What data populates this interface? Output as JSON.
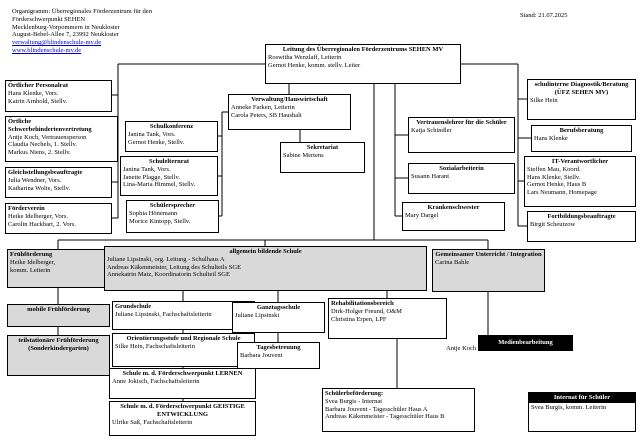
{
  "meta": {
    "date": "Stand: 21.07.2025"
  },
  "colors": {
    "box_grey": "#d9d9d9",
    "box_black": "#000000",
    "link_blue": "#0000cc"
  },
  "header": {
    "line1": "Organigramm: Überregionales Förderzentrum für den",
    "line2": "Förderschwerpunkt SEHEN",
    "line3": "Mecklenburg-Vorpommern in Neukloster",
    "line4": "August-Bebel-Allee 7, 23992 Neukloster",
    "email": "verwaltung@blindenschule-mv.de",
    "website": "www.blindenschule-mv.de"
  },
  "boxes": {
    "leitung": {
      "title": "Leitung des Überregionalen Förderzentrums SEHEN MV",
      "lines": [
        "Roswitha Wenzlaff, Leiterin",
        "Gernot Henke, komm. stellv. Leiter"
      ]
    },
    "personalrat": {
      "title": "Örtlicher Personalrat",
      "lines": [
        "Hans Klenke, Vors.",
        "Katrin Arnhold, Stellv."
      ]
    },
    "schwerbehinderten": {
      "title": "Örtliche Schwerbehindertenvertretung",
      "lines": [
        "Antje Koch, Vertrauensperson",
        "Claudia Nechels, 1. Stellv.",
        "Markus Niens, 2. Stellv."
      ]
    },
    "gleichstellung": {
      "title": "Gleichstellungsbeauftragte",
      "lines": [
        "Julia Wendner, Vors.",
        "Katharina Wolte, Stellv."
      ]
    },
    "foerderverein": {
      "title": "Förderverein",
      "lines": [
        "Heike Idelberger, Vors.",
        "Carolin Hackbart, 2. Vors."
      ]
    },
    "schulkonferenz": {
      "title": "Schulkonferenz",
      "lines": [
        "Janina Tank, Vors.",
        "Gernot Henke, Stellv."
      ]
    },
    "schulelternrat": {
      "title": "Schulelternrat",
      "lines": [
        "Janina Tank, Vors.",
        "Janette Plagge, Stellv.",
        "Lina-Maria Himmel, Stellv."
      ]
    },
    "schuelersprecher": {
      "title": "Schülersprecher",
      "lines": [
        "Sophia Hönemann",
        "Morice Kintopp, Stellv."
      ]
    },
    "verwaltung": {
      "title": "Verwaltung/Hauswirtschaft",
      "lines": [
        "Anneke Farken, Leiterin",
        "Carola Peters, SB Haushalt"
      ]
    },
    "sekretariat": {
      "title": "Sekretariat",
      "lines": [
        "Sabine Mertens"
      ]
    },
    "vertrauenslehrer": {
      "title": "Vertrauenslehrer für die Schüler",
      "lines": [
        "Katja Schindler"
      ]
    },
    "sozialarbeiterin": {
      "title": "Sozialarbeiterin",
      "lines": [
        "Susann Harant"
      ]
    },
    "krankenschwester": {
      "title": "Krankenschwester",
      "lines": [
        "Mary Dargel"
      ]
    },
    "diagnostik": {
      "title": "schulinterne Diagnostik/Beratung (ÜFZ SEHEN MV)",
      "lines": [
        "Silke Hein"
      ]
    },
    "berufsberatung": {
      "title": "Berufsberatung",
      "lines": [
        "Hans Klenke"
      ]
    },
    "it": {
      "title": "IT-Verantwortlicher",
      "lines": [
        "Steffen Mau, Koord.",
        "Hans Klenke, Stellv.",
        "Gernot Henke, Haus B",
        "Lars Neumann, Homepage"
      ]
    },
    "fortbildung": {
      "title": "Fortbildungsbeauftragte",
      "lines": [
        "Birgit Scheutzow"
      ]
    },
    "fruehfoerderung": {
      "title": "Frühförderung",
      "lines": [
        "Heike Idelberger,",
        "komm. Leiterin"
      ]
    },
    "schule": {
      "title": "allgemein bildende Schule",
      "lines": [
        "Juliane Lipsinski, org. Leitung - Schulhaus A",
        "Andreas Käkenmeister, Leitung des Schulteils SGE",
        "Annekatrin Matz, Koordinatorin Schulteil SGE"
      ]
    },
    "gu": {
      "title": "Gemeinsamer Unterricht / Integration",
      "lines": [
        "Carina Bahle"
      ]
    },
    "mobile": {
      "title": "mobile Frühförderung",
      "lines": []
    },
    "teilstationaer": {
      "title": "teilstationäre Frühförderung (Sonderkindergarten)",
      "lines": []
    },
    "grundschule": {
      "title": "Grundschule",
      "lines": [
        "Juliane Lipsinski, Fachschaftsleiterin"
      ]
    },
    "orientierung": {
      "title": "Orientierungsstufe und Regionale Schule",
      "lines": [
        "Silke Hein, Fachschaftsleiterin"
      ]
    },
    "lernen": {
      "title": "Schule m. d. Förderschwerpunkt LERNEN",
      "lines": [
        "Anne Jokisch, Fachschaftsleiterin"
      ]
    },
    "geistige": {
      "title": "Schule m. d. Förderschwerpunkt GEISTIGE ENTWICKLUNG",
      "lines": [
        "Ulrike Saß, Fachschaftsleiterin"
      ]
    },
    "ganztag": {
      "title": "Ganztagsschule",
      "lines": [
        "Juliane Lipsinski"
      ]
    },
    "tagesbetreuung": {
      "title": "Tagesbetreuung",
      "lines": [
        "Barbara Jouvent"
      ]
    },
    "reha": {
      "title": "Rehabilitationsbereich",
      "lines": [
        "Dirk-Holger Freund, O&M",
        "Christina Erpen, LPF"
      ]
    },
    "medien": {
      "title": "Medienbearbeitung",
      "lines": [
        "Antje Koch"
      ]
    },
    "befoerderung": {
      "title": "Schülerbeförderung:",
      "lines": [
        "Svea Burgis - Internat",
        "Barbara Jouvent - Tagesschüler Haus A",
        "Andreas Käkenmeister - Tagesschüler Haus B"
      ]
    },
    "internat": {
      "title": "Internat für Schüler",
      "lines": [
        "Svea Burgis, komm. Leiterin"
      ]
    }
  }
}
